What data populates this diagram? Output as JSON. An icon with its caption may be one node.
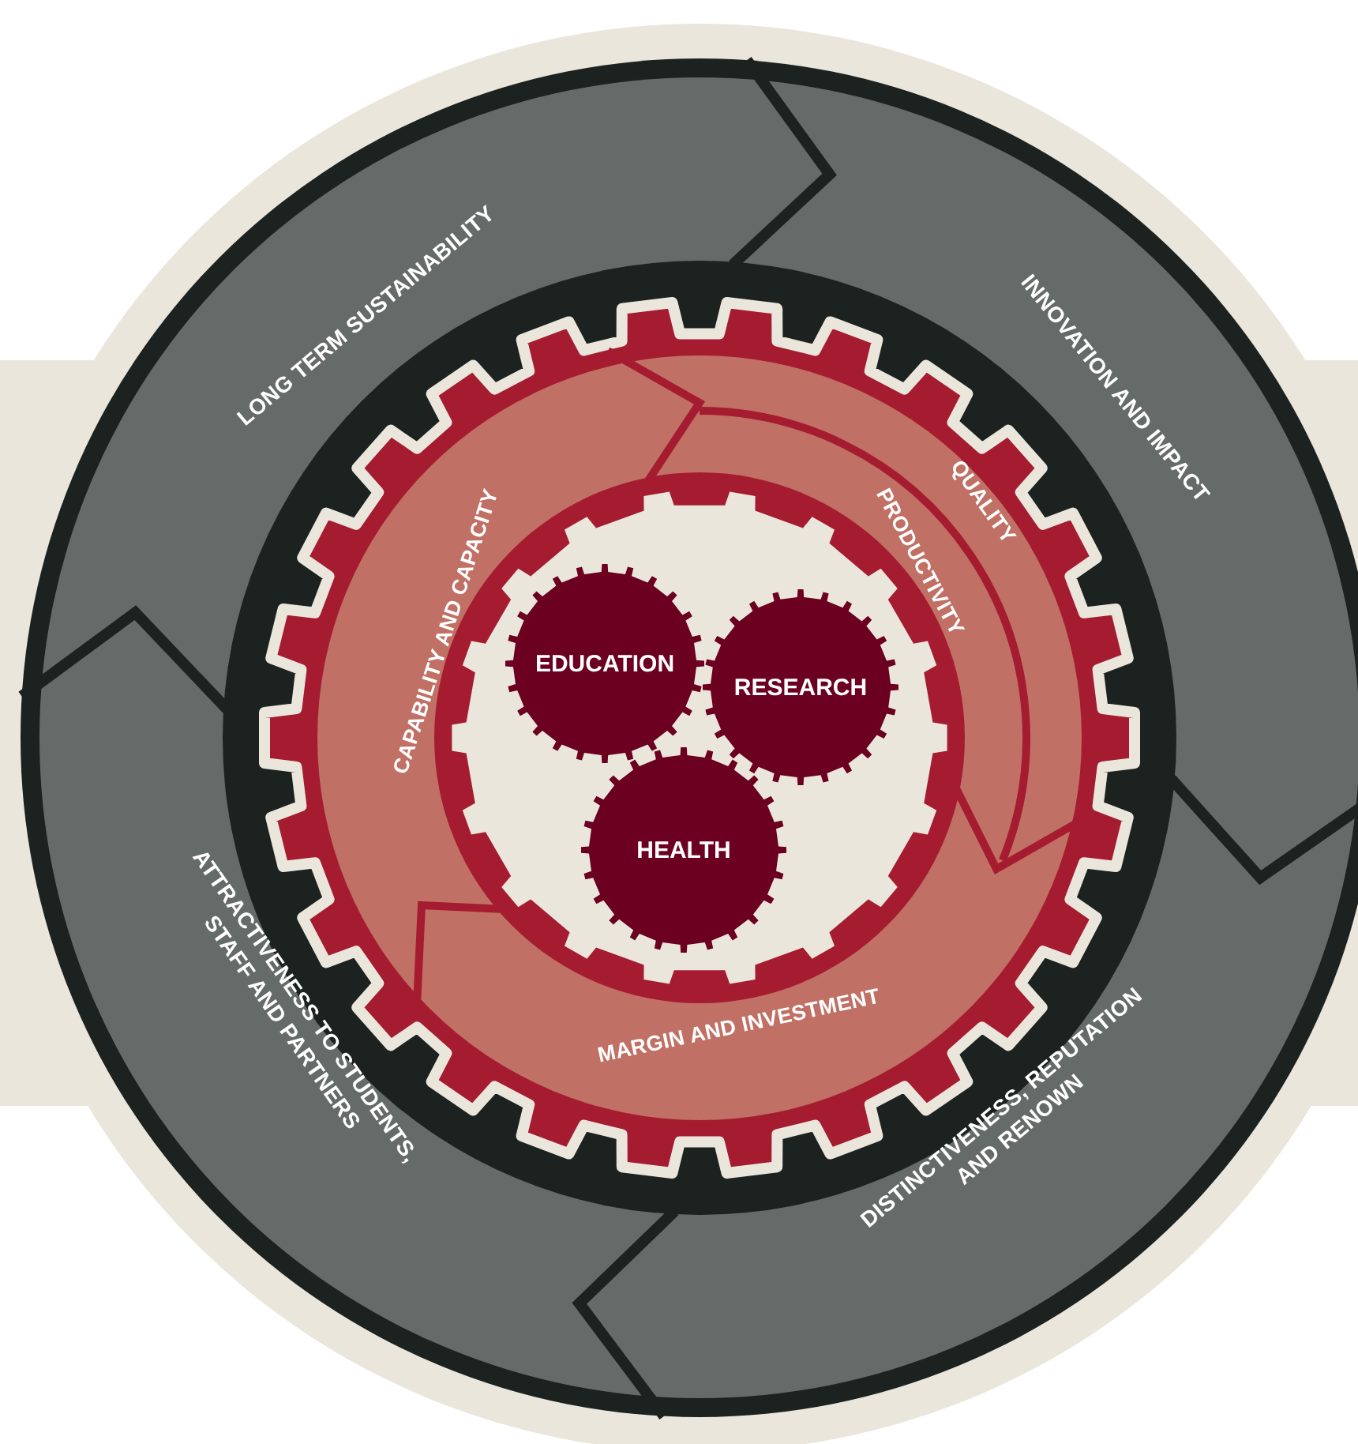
{
  "diagram": {
    "nodes": [
      {
        "text": [
          "LONG TERM SUSTAINABILITY"
        ]
      },
      {
        "text": [
          "INNOVATION AND IMPACT"
        ]
      },
      {
        "text": [
          "DISTINCTIVENESS, REPUTATION AND RENOWN"
        ]
      },
      {
        "text": [
          "ATTRACTIVENESS TO STUDENTS, STAFF AND PARTNERS"
        ]
      },
      {
        "text": [
          "CAPABILITY AND CAPACITY"
        ]
      },
      {
        "text": [
          "QUALITY"
        ]
      },
      {
        "text": [
          "PRODUCTIVITY"
        ]
      },
      {
        "text": [
          "MARGIN AND INVESTMENT"
        ]
      },
      {
        "text": [
          "EDUCATION"
        ]
      },
      {
        "text": [
          "RESEARCH"
        ]
      },
      {
        "text": [
          "HEALTH"
        ]
      }
    ]
  }
}
